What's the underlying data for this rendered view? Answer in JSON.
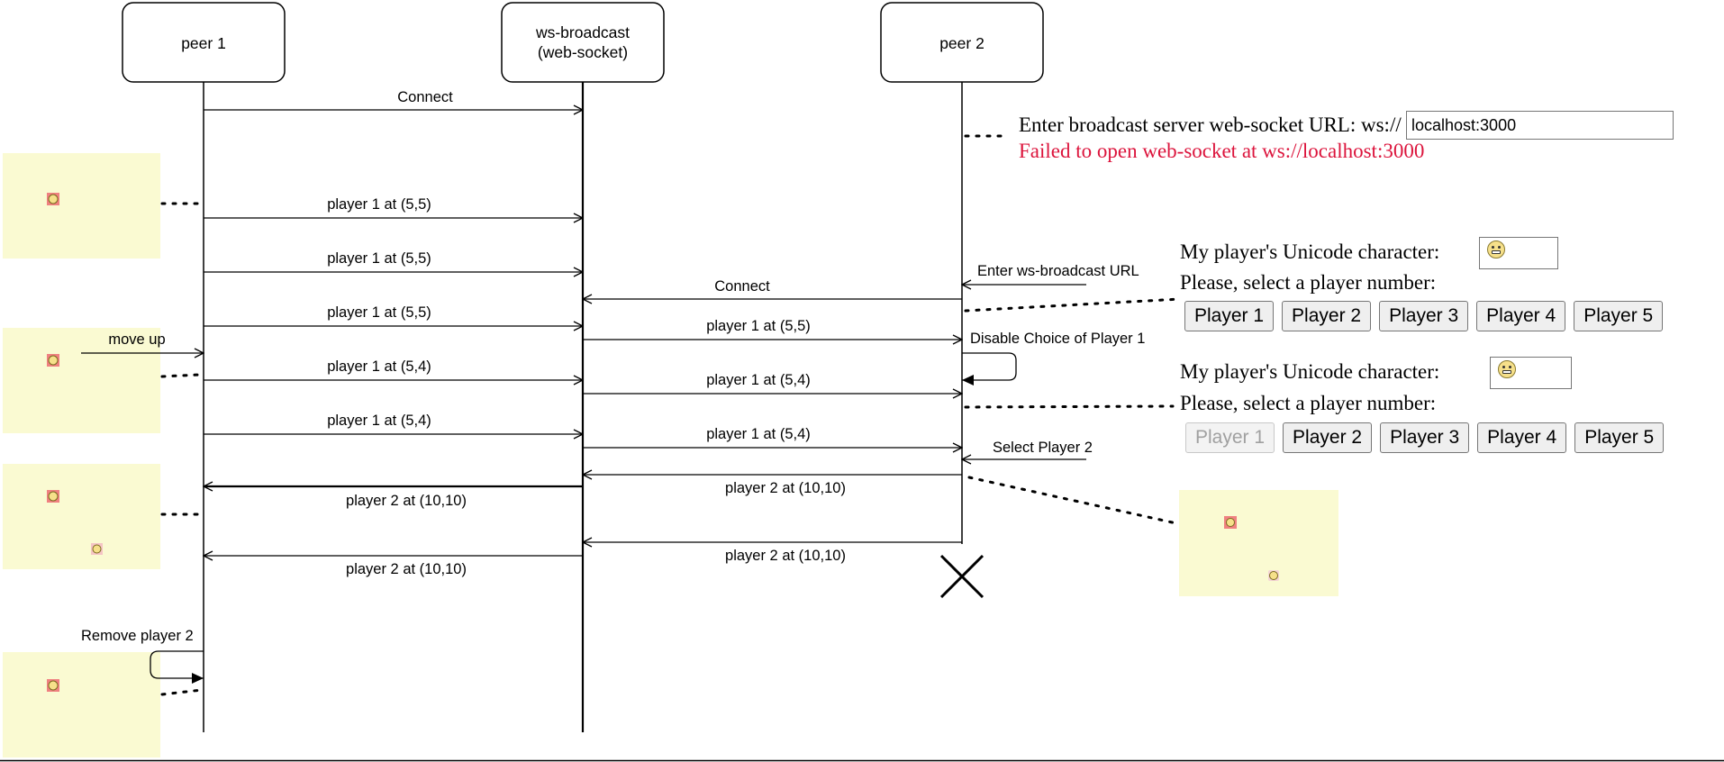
{
  "participants": {
    "peer1": "peer 1",
    "broadcast_line1": "ws-broadcast",
    "broadcast_line2": "(web-socket)",
    "peer2": "peer 2"
  },
  "messages": {
    "connect_1": "Connect",
    "p1_55_a": "player 1 at (5,5)",
    "p1_55_b": "player 1 at (5,5)",
    "p1_55_c": "player 1 at (5,5)",
    "p1_54_a": "player 1 at (5,4)",
    "p1_54_b": "player 1 at (5,4)",
    "p2_1010_a": "player 2 at (10,10)",
    "p2_1010_b": "player 2 at (10,10)",
    "connect_2": "Connect",
    "fwd_p1_55": "player 1 at (5,5)",
    "fwd_p1_54_a": "player 1 at (5,4)",
    "fwd_p1_54_b": "player 1 at (5,4)",
    "send_p2_1010_a": "player 2 at (10,10)",
    "send_p2_1010_b": "player 2 at (10,10)"
  },
  "actions": {
    "move_up": "move up",
    "remove_player2": "Remove player 2",
    "enter_url": "Enter ws-broadcast URL",
    "disable_choice": "Disable Choice of Player 1",
    "select_player2": "Select Player 2"
  },
  "connect_ui": {
    "prompt": "Enter broadcast server web-socket URL: ws://",
    "url_value": "localhost:3000",
    "error": "Failed to open web-socket at ws://localhost:3000"
  },
  "select_ui_1": {
    "char_label": "My player's Unicode character:",
    "select_label": "Please, select a player number:",
    "buttons": [
      "Player 1",
      "Player 2",
      "Player 3",
      "Player 4",
      "Player 5"
    ]
  },
  "select_ui_2": {
    "char_label": "My player's Unicode character:",
    "select_label": "Please, select a player number:",
    "buttons": [
      "Player 1",
      "Player 2",
      "Player 3",
      "Player 4",
      "Player 5"
    ],
    "disabled_button": "Player 1"
  },
  "colors": {
    "canvas": "#fafad2",
    "error_text": "#dc143c",
    "player1_sprite": "#f08080",
    "player2_sprite": "#f5d5d5"
  }
}
